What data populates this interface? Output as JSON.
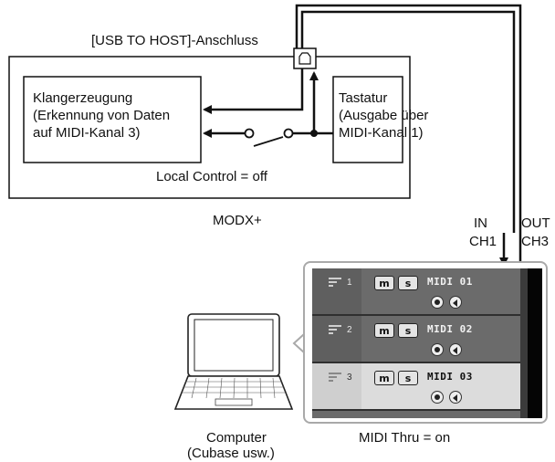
{
  "labels": {
    "usb_port": "[USB TO HOST]-Anschluss",
    "local_control": "Local Control = off",
    "device": "MODX+",
    "in": "IN",
    "ch1": "CH1",
    "out": "OUT",
    "ch3": "CH3",
    "midi_thru": "MIDI Thru = on",
    "computer_line1": "Computer",
    "computer_line2": "(Cubase usw.)"
  },
  "tone_generator": {
    "line1": "Klangerzeugung",
    "line2": "(Erkennung von Daten",
    "line3": "auf MIDI-Kanal 3)"
  },
  "keyboard": {
    "line1": "Tastatur",
    "line2": "(Ausgabe über",
    "line3": "MIDI-Kanal 1)"
  },
  "cubase": {
    "tracks": [
      {
        "number": "1",
        "mute": "m",
        "solo": "s",
        "name": "MIDI 01"
      },
      {
        "number": "2",
        "mute": "m",
        "solo": "s",
        "name": "MIDI 02"
      },
      {
        "number": "3",
        "mute": "m",
        "solo": "s",
        "name": "MIDI 03"
      }
    ]
  },
  "colors": {
    "line": "#111111",
    "panel_border": "#a9a9a9",
    "track_bg": "#6b6b6b",
    "track_selected_bg": "#dcdcdc"
  }
}
